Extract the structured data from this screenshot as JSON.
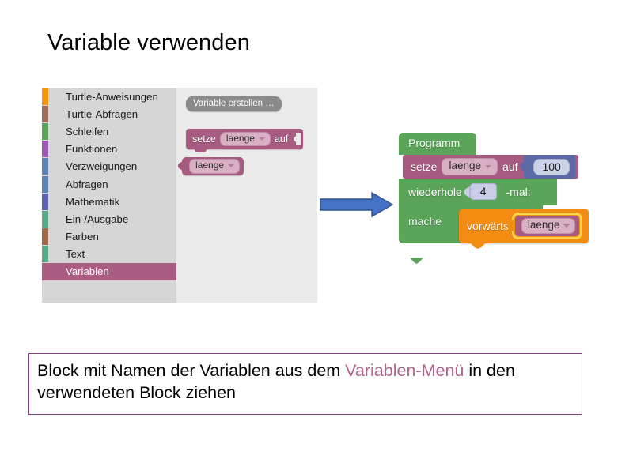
{
  "slide": {
    "title": "Variable verwenden"
  },
  "editor": {
    "categories": [
      {
        "label": "Turtle-Anweisungen",
        "color": "#f8960d",
        "selected": false
      },
      {
        "label": "Turtle-Abfragen",
        "color": "#a06a5a",
        "selected": false
      },
      {
        "label": "Schleifen",
        "color": "#5ba55b",
        "selected": false
      },
      {
        "label": "Funktionen",
        "color": "#9b59b6",
        "selected": false
      },
      {
        "label": "Verzweigungen",
        "color": "#5b84b1",
        "selected": false
      },
      {
        "label": "Abfragen",
        "color": "#5b84b1",
        "selected": false
      },
      {
        "label": "Mathematik",
        "color": "#5b63ab",
        "selected": false
      },
      {
        "label": "Ein-/Ausgabe",
        "color": "#57a98a",
        "selected": false
      },
      {
        "label": "Farben",
        "color": "#a06a4a",
        "selected": false
      },
      {
        "label": "Text",
        "color": "#57a98a",
        "selected": false
      },
      {
        "label": "Variablen",
        "color": "#ab5c81",
        "selected": true
      }
    ],
    "palette": {
      "create_variable_label": "Variable erstellen …",
      "setze_block": {
        "keyword": "setze",
        "variable": "laenge",
        "keyword2": "auf"
      },
      "variable_block": {
        "variable": "laenge"
      }
    }
  },
  "program": {
    "hat_label": "Programm",
    "setze_row": {
      "keyword": "setze",
      "variable": "laenge",
      "keyword2": "auf",
      "value": "100"
    },
    "loop_row": {
      "keyword": "wiederhole",
      "count": "4",
      "suffix": "-mal:"
    },
    "mache_label": "mache",
    "vorwaerts_row": {
      "keyword": "vorwärts",
      "variable": "laenge"
    }
  },
  "arrow": {
    "direction": "right",
    "color": "#4472c4"
  },
  "caption": {
    "part1": "Block mit Namen der Variablen aus dem ",
    "accent": "Variablen-Menü",
    "part2": " in den verwendeten Block ziehen",
    "accent_color": "#b0648c"
  }
}
